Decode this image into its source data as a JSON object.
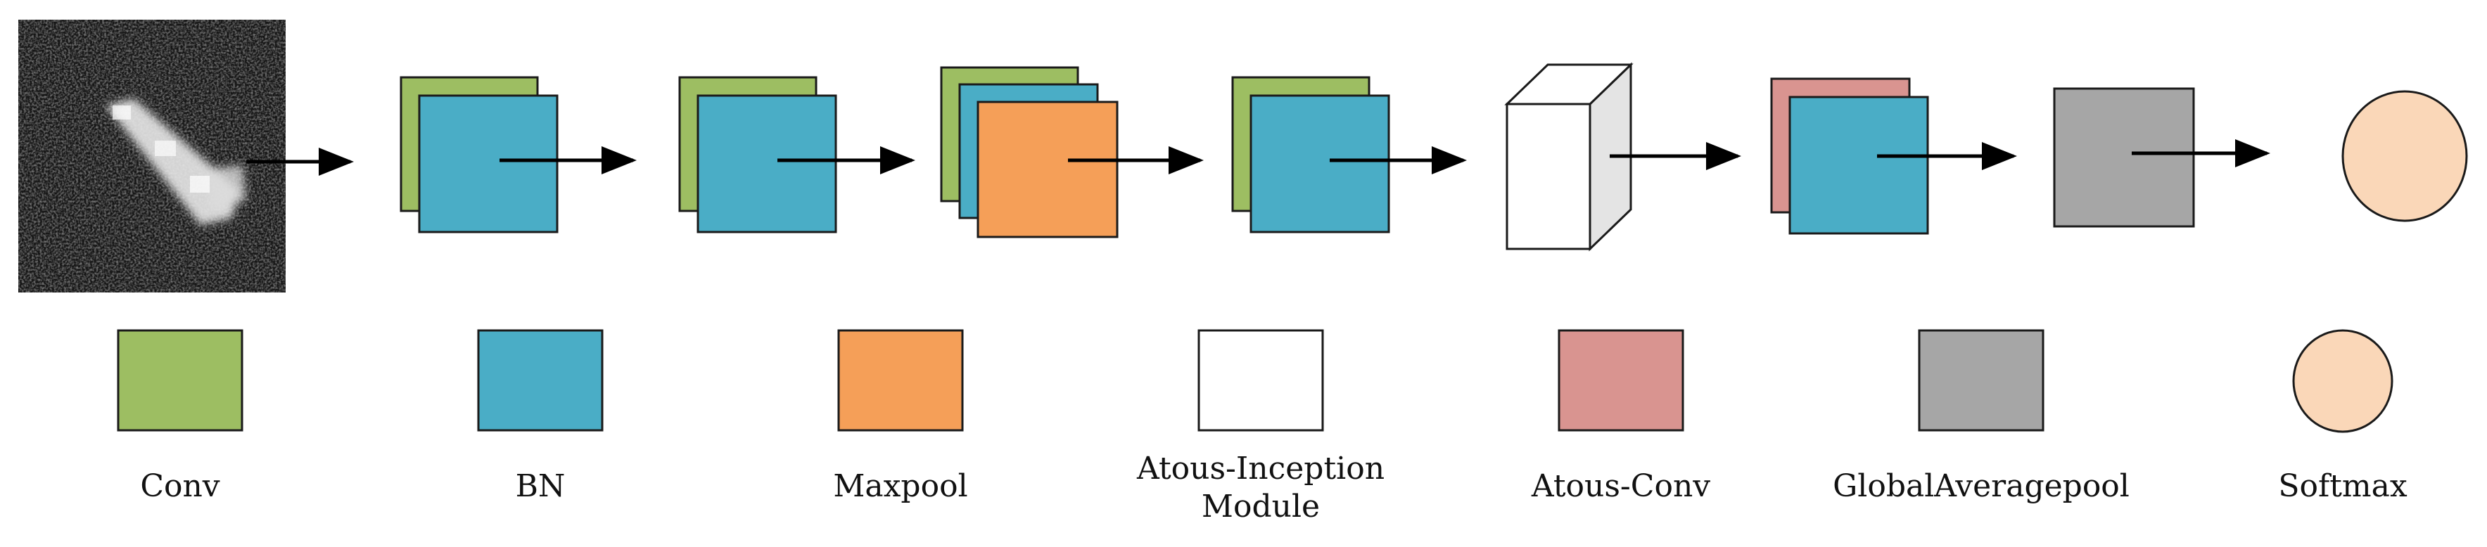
{
  "colors": {
    "conv": "#9dbe62",
    "bn": "#4aadc6",
    "maxpool": "#f59f58",
    "inception_front": "#ffffff",
    "inception_side": "#e4e4e4",
    "atrous_conv": "#d99490",
    "gap": "#a6a6a6",
    "softmax": "#fad7b8",
    "outline": "#1a1a1a",
    "arrow": "#000000"
  },
  "input_image": {
    "icon": "sar-image-thumbnail"
  },
  "legend": [
    {
      "key": "conv",
      "label_lines": [
        "Conv"
      ]
    },
    {
      "key": "bn",
      "label_lines": [
        "BN"
      ]
    },
    {
      "key": "maxpool",
      "label_lines": [
        "Maxpool"
      ]
    },
    {
      "key": "inception",
      "label_lines": [
        "Atous-Inception",
        "Module"
      ]
    },
    {
      "key": "atrous_conv",
      "label_lines": [
        "Atous-Conv"
      ]
    },
    {
      "key": "gap",
      "label_lines": [
        "GlobalAveragepool"
      ]
    },
    {
      "key": "softmax",
      "label_lines": [
        "Softmax"
      ]
    }
  ]
}
